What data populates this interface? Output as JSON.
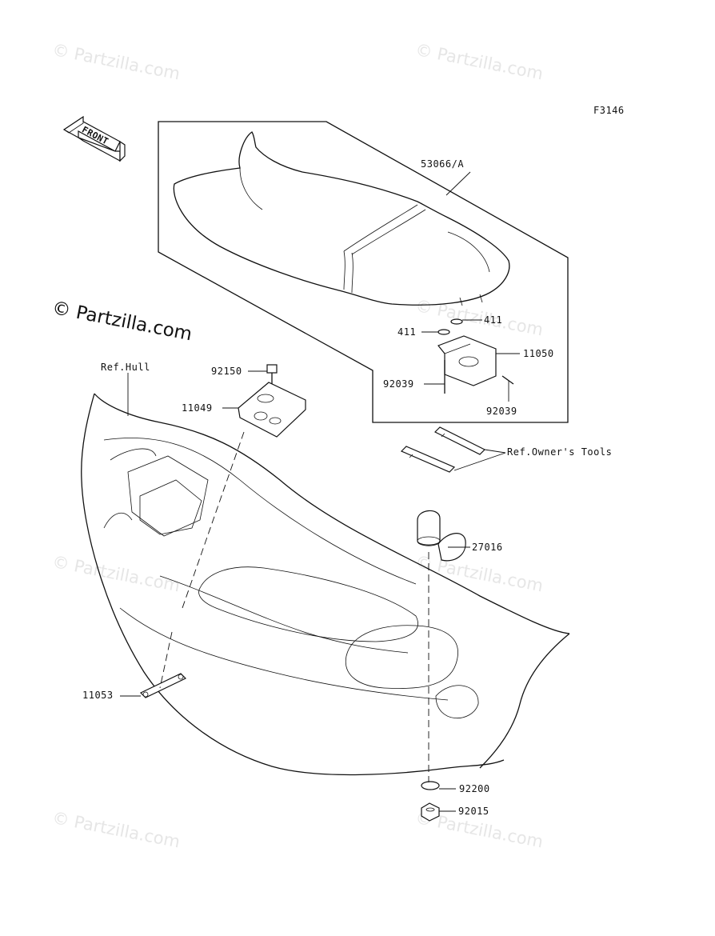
{
  "diagram_id": "F3146",
  "front_label": "FRONT",
  "brand": "© Partzilla.com",
  "watermarks": [
    "© Partzilla.com",
    "© Partzilla.com",
    "© Partzilla.com",
    "© Partzilla.com",
    "© Partzilla.com",
    "© Partzilla.com",
    "© Partzilla.com",
    "© Partzilla.com"
  ],
  "parts": {
    "seat": "53066/A",
    "washer_a": "411",
    "washer_b": "411",
    "bracket": "11050",
    "pin_left": "92039",
    "pin_right": "92039",
    "bolt": "92150",
    "plate": "11049",
    "hull": "Ref.Hull",
    "tools": "Ref.Owner's Tools",
    "cap": "27016",
    "strap_plate": "11053",
    "washer_bottom": "92200",
    "nut": "92015"
  }
}
